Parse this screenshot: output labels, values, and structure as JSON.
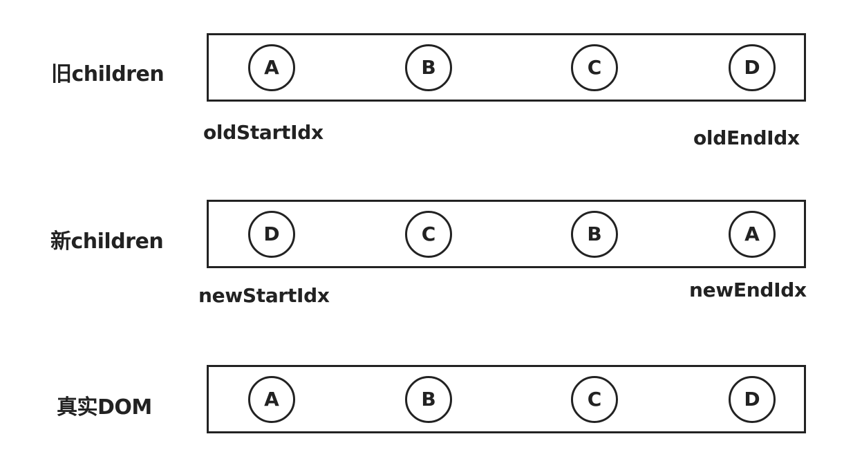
{
  "rows": [
    {
      "label": "旧children",
      "nodes": [
        "A",
        "B",
        "C",
        "D"
      ]
    },
    {
      "label": "新children",
      "nodes": [
        "D",
        "C",
        "B",
        "A"
      ]
    },
    {
      "label": "真实DOM",
      "nodes": [
        "A",
        "B",
        "C",
        "D"
      ]
    }
  ],
  "pointers": {
    "old_start": "oldStartIdx",
    "old_end": "oldEndIdx",
    "new_start": "newStartIdx",
    "new_end": "newEndIdx"
  }
}
